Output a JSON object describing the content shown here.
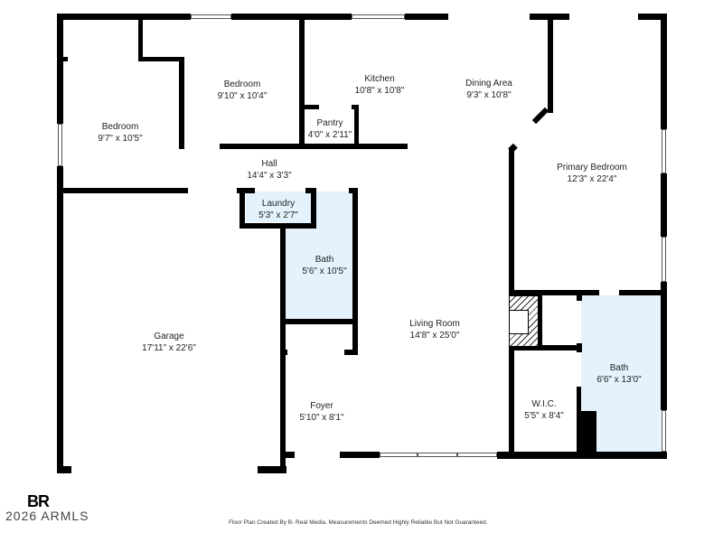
{
  "floor_plan": {
    "rooms": [
      {
        "id": "bedroom-west",
        "name": "Bedroom",
        "dims": "9'7\" x 10'5\""
      },
      {
        "id": "bedroom-north",
        "name": "Bedroom",
        "dims": "9'10\" x 10'4\""
      },
      {
        "id": "kitchen",
        "name": "Kitchen",
        "dims": "10'8\" x 10'8\""
      },
      {
        "id": "dining-area",
        "name": "Dining Area",
        "dims": "9'3\" x 10'8\""
      },
      {
        "id": "pantry",
        "name": "Pantry",
        "dims": "4'0\" x 2'11\""
      },
      {
        "id": "primary-bedroom",
        "name": "Primary Bedroom",
        "dims": "12'3\" x 22'4\""
      },
      {
        "id": "hall",
        "name": "Hall",
        "dims": "14'4\" x 3'3\""
      },
      {
        "id": "laundry",
        "name": "Laundry",
        "dims": "5'3\" x 2'7\""
      },
      {
        "id": "bath-hall",
        "name": "Bath",
        "dims": "5'6\" x 10'5\""
      },
      {
        "id": "garage",
        "name": "Garage",
        "dims": "17'11\" x 22'6\""
      },
      {
        "id": "living-room",
        "name": "Living Room",
        "dims": "14'8\" x 25'0\""
      },
      {
        "id": "foyer",
        "name": "Foyer",
        "dims": "5'10\" x 8'1\""
      },
      {
        "id": "wic",
        "name": "W.I.C.",
        "dims": "5'5\" x 8'4\""
      },
      {
        "id": "bath-primary",
        "name": "Bath",
        "dims": "6'6\" x 13'0\""
      }
    ],
    "colors": {
      "wall": "#000000",
      "wet_room_fill": "#e3f2fc",
      "background": "#ffffff"
    }
  },
  "branding": {
    "logo_mark": "BR",
    "copyright": "2026 ARMLS"
  },
  "footer": {
    "disclaimer": "Floor Plan Created By B- Real Media. Measurements Deemed Highly Reliable But Not Guaranteed."
  }
}
